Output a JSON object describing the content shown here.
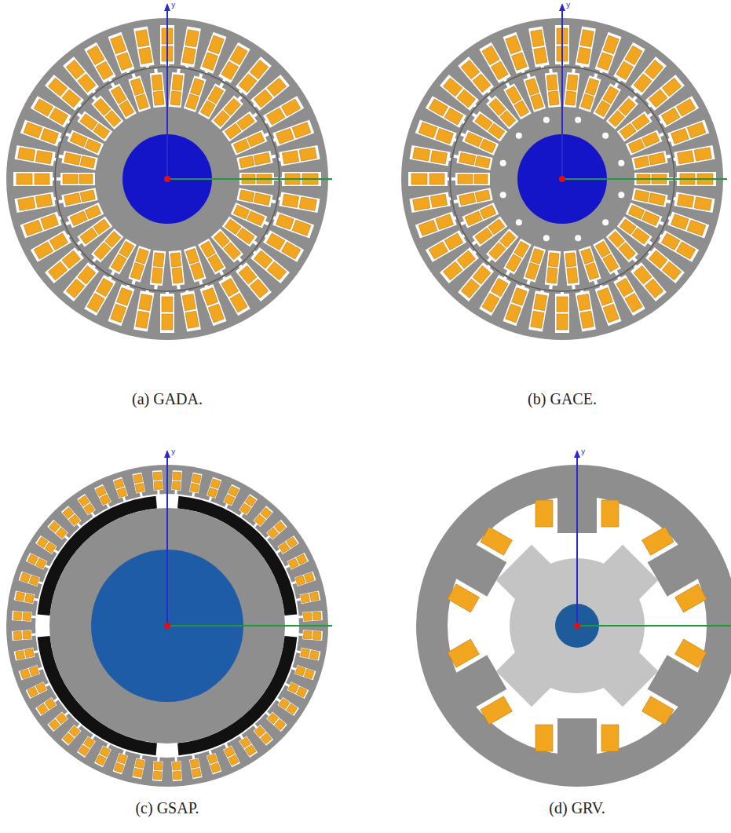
{
  "diagram": {
    "labels": [
      "y",
      "y",
      "(a) GADA.",
      "(b) GACE.",
      "y",
      "y",
      "(c) GSAP.",
      "(d) GRV."
    ]
  }
}
